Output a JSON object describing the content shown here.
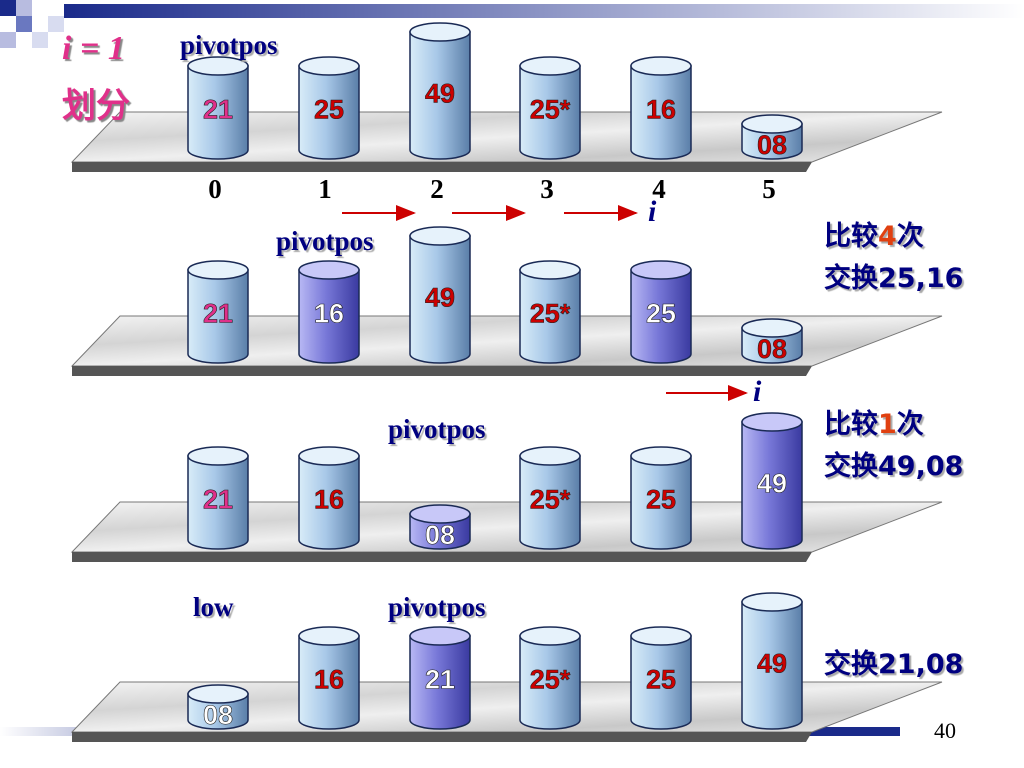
{
  "title": {
    "var": "i",
    "eq": "= 1",
    "sub": "划分"
  },
  "indices": [
    "0",
    "1",
    "2",
    "3",
    "4",
    "5"
  ],
  "pivot_label": "pivotpos",
  "low_label": "low",
  "i_label": "i",
  "notes": {
    "row2_a": "比较",
    "row2_num": "4",
    "row2_b": "次",
    "row2_line2": "交换25,16",
    "row3_a": "比较",
    "row3_num": "1",
    "row3_b": "次",
    "row3_line2": "交换49,08",
    "row4_line": "交换21,08"
  },
  "rows": [
    {
      "cells": [
        {
          "v": "21",
          "h": "med",
          "kind": "light",
          "tc": "#e0308a"
        },
        {
          "v": "25",
          "h": "med",
          "kind": "light",
          "tc": "#cc0000"
        },
        {
          "v": "49",
          "h": "tall",
          "kind": "light",
          "tc": "#cc0000"
        },
        {
          "v": "25*",
          "h": "med",
          "kind": "light",
          "tc": "#cc0000"
        },
        {
          "v": "16",
          "h": "med",
          "kind": "light",
          "tc": "#cc0000"
        },
        {
          "v": "08",
          "h": "short",
          "kind": "light",
          "tc": "#cc0000"
        }
      ]
    },
    {
      "cells": [
        {
          "v": "21",
          "h": "med",
          "kind": "light",
          "tc": "#e0308a"
        },
        {
          "v": "16",
          "h": "med",
          "kind": "dark",
          "tc": "#ffffff"
        },
        {
          "v": "49",
          "h": "tall",
          "kind": "light",
          "tc": "#cc0000"
        },
        {
          "v": "25*",
          "h": "med",
          "kind": "light",
          "tc": "#cc0000"
        },
        {
          "v": "25",
          "h": "med",
          "kind": "dark",
          "tc": "#ffffff"
        },
        {
          "v": "08",
          "h": "short",
          "kind": "light",
          "tc": "#cc0000"
        }
      ]
    },
    {
      "cells": [
        {
          "v": "21",
          "h": "med",
          "kind": "light",
          "tc": "#e0308a"
        },
        {
          "v": "16",
          "h": "med",
          "kind": "light",
          "tc": "#cc0000"
        },
        {
          "v": "08",
          "h": "short",
          "kind": "dark",
          "tc": "#ffffff"
        },
        {
          "v": "25*",
          "h": "med",
          "kind": "light",
          "tc": "#cc0000"
        },
        {
          "v": "25",
          "h": "med",
          "kind": "light",
          "tc": "#cc0000"
        },
        {
          "v": "49",
          "h": "tall",
          "kind": "dark",
          "tc": "#ffffff"
        }
      ]
    },
    {
      "cells": [
        {
          "v": "08",
          "h": "short",
          "kind": "light",
          "tc": "#ffffff"
        },
        {
          "v": "16",
          "h": "med",
          "kind": "light",
          "tc": "#cc0000"
        },
        {
          "v": "21",
          "h": "med",
          "kind": "dark",
          "tc": "#ffffff"
        },
        {
          "v": "25*",
          "h": "med",
          "kind": "light",
          "tc": "#cc0000"
        },
        {
          "v": "25",
          "h": "med",
          "kind": "light",
          "tc": "#cc0000"
        },
        {
          "v": "49",
          "h": "tall",
          "kind": "light",
          "tc": "#cc0000"
        }
      ]
    }
  ],
  "page_number": "40",
  "colors": {
    "light_body": "#a8c8e8",
    "dark_body": "#7878d8",
    "outline": "#1a2a55",
    "accent": "#cc0000",
    "navy": "#000080"
  }
}
